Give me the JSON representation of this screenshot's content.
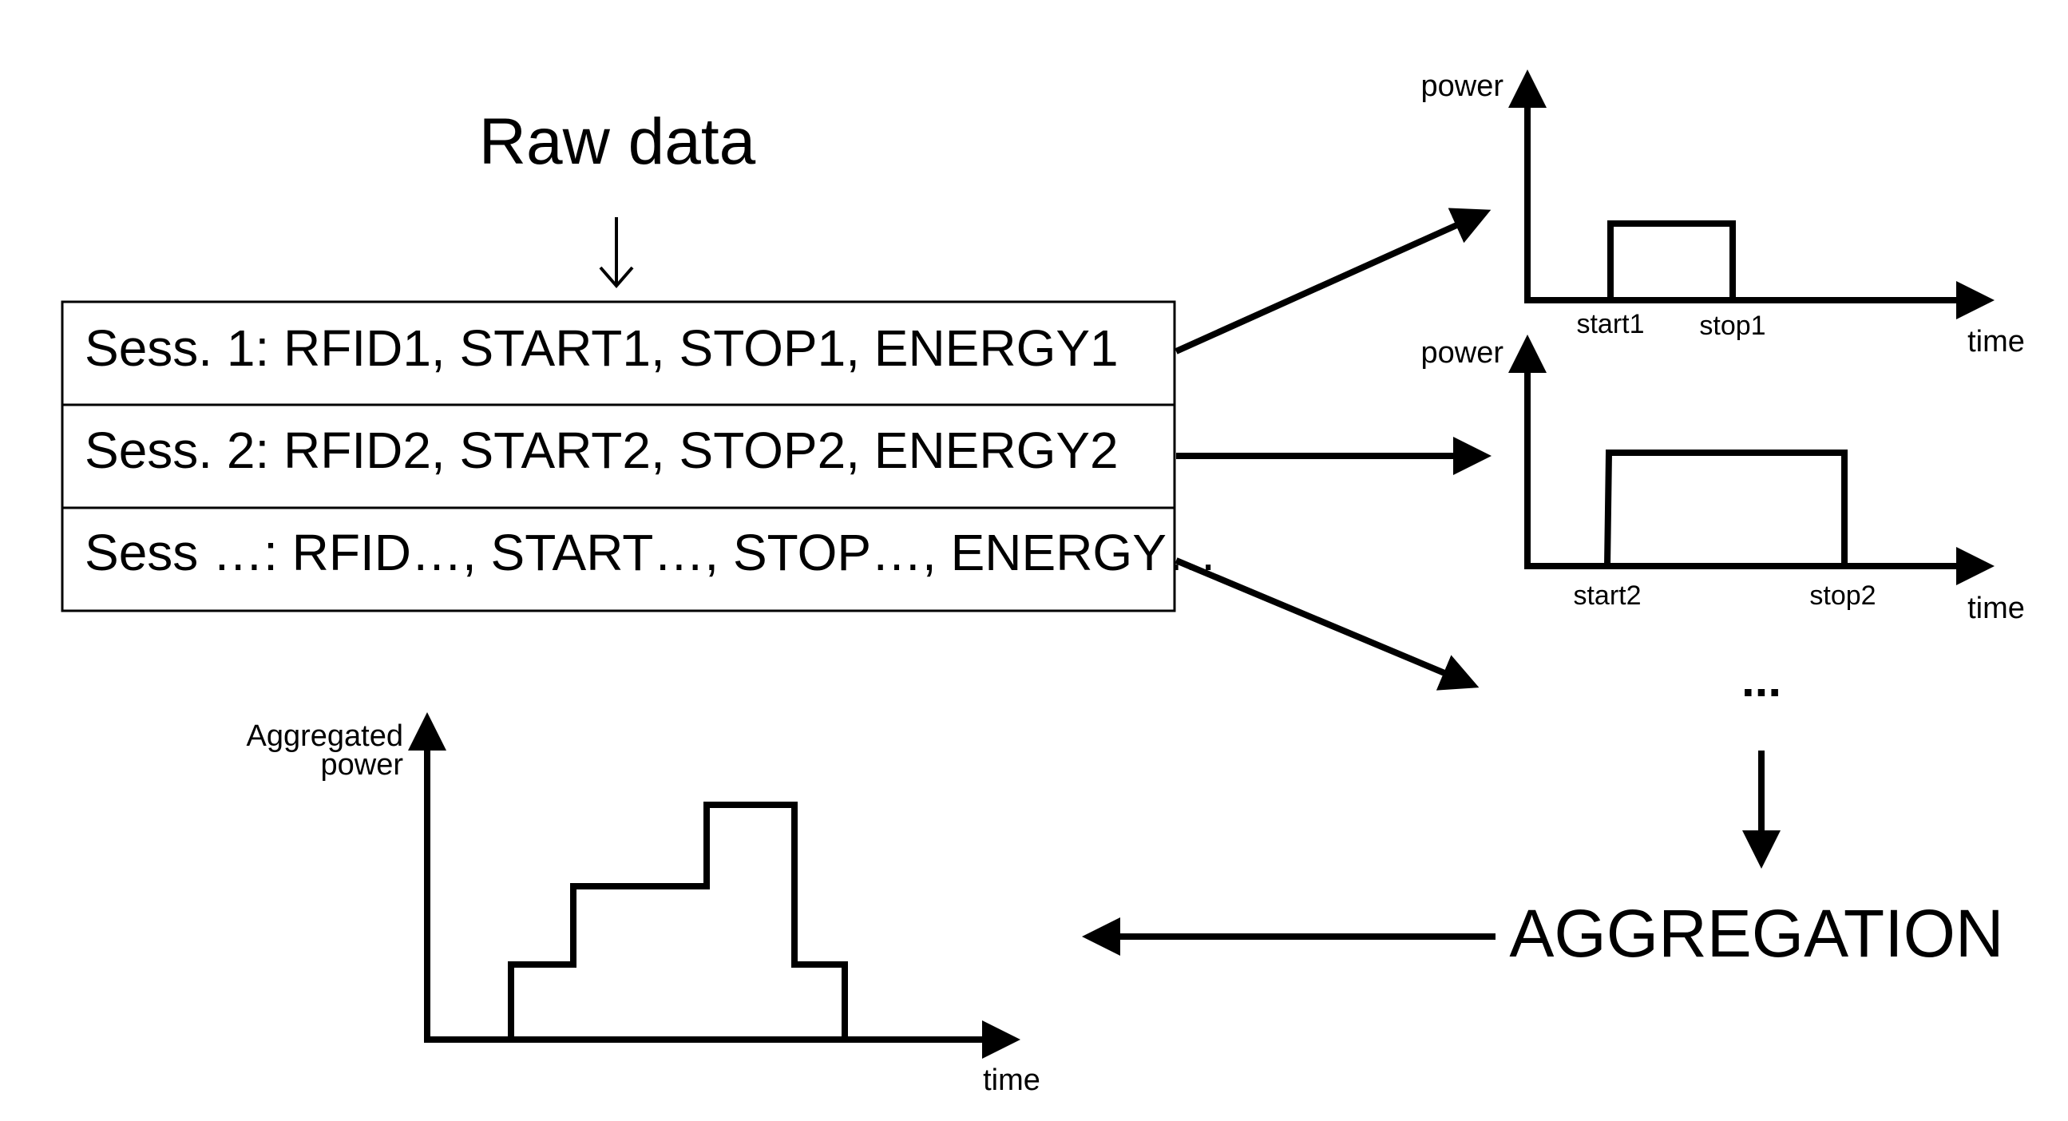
{
  "title": "Raw data",
  "sessions": [
    "Sess. 1: RFID1, START1, STOP1, ENERGY1",
    "Sess. 2: RFID2, START2, STOP2, ENERGY2",
    "Sess …: RFID…, START…, STOP…, ENERGY…"
  ],
  "plot1": {
    "y_label": "power",
    "x_label": "time",
    "start_label": "start1",
    "stop_label": "stop1"
  },
  "plot2": {
    "y_label": "power",
    "x_label": "time",
    "start_label": "start2",
    "stop_label": "stop2"
  },
  "ellipsis": "...",
  "aggregation_label": "AGGREGATION",
  "aggregated_plot": {
    "y_label_line1": "Aggregated",
    "y_label_line2": "power",
    "x_label": "time"
  },
  "colors": {
    "stroke": "#000000",
    "background": "#ffffff"
  }
}
